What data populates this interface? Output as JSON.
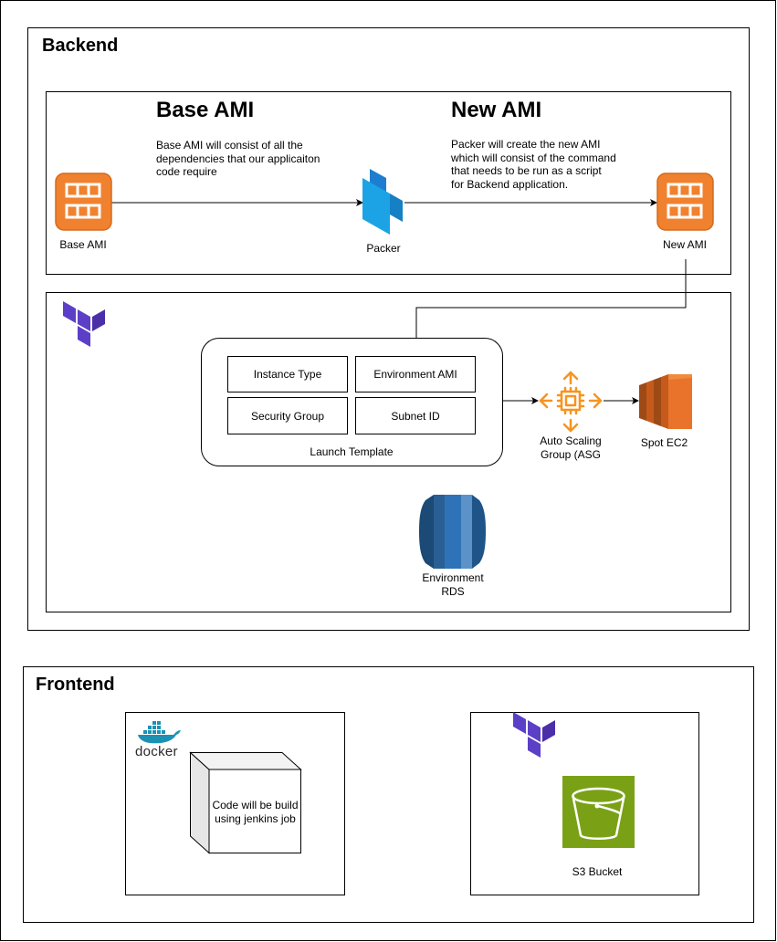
{
  "backend": {
    "title": "Backend",
    "base_ami_heading": "Base AMI",
    "base_ami_description": [
      "Base AMI will consist of all the",
      "dependencies that our applicaiton",
      "code require"
    ],
    "new_ami_heading": "New AMI",
    "new_ami_description": [
      "Packer will create the new AMI",
      "which will consist of the command",
      "that needs to be run as a script",
      "for Backend application."
    ],
    "base_ami_label": "Base AMI",
    "packer_label": "Packer",
    "new_ami_label": "New AMI",
    "launch_template": {
      "label": "Launch Template",
      "cells": [
        "Instance Type",
        "Environment AMI",
        "Security Group",
        "Subnet ID"
      ]
    },
    "asg_label": [
      "Auto Scaling",
      "Group (ASG"
    ],
    "spot_label": "Spot EC2",
    "rds_label": [
      "Environment",
      "RDS"
    ]
  },
  "frontend": {
    "title": "Frontend",
    "docker_word": "docker",
    "build_box_label": [
      "Code will be build",
      "using jenkins job"
    ],
    "s3_label": "S3 Bucket"
  },
  "colors": {
    "ami_orange": "#f0812f",
    "packer_blue": "#1ba3e6",
    "terraform_purple": "#5c3fc7",
    "asg_orange": "#f7941e",
    "ec2_orange": "#e9732a",
    "rds_blue": "#2e73b8",
    "s3_green": "#7aa116",
    "docker_blue": "#1d91b4"
  },
  "icons": [
    "ami-instance-icon",
    "packer-icon",
    "terraform-icon",
    "auto-scaling-icon",
    "ec2-icon",
    "rds-icon",
    "docker-icon",
    "s3-bucket-icon"
  ]
}
